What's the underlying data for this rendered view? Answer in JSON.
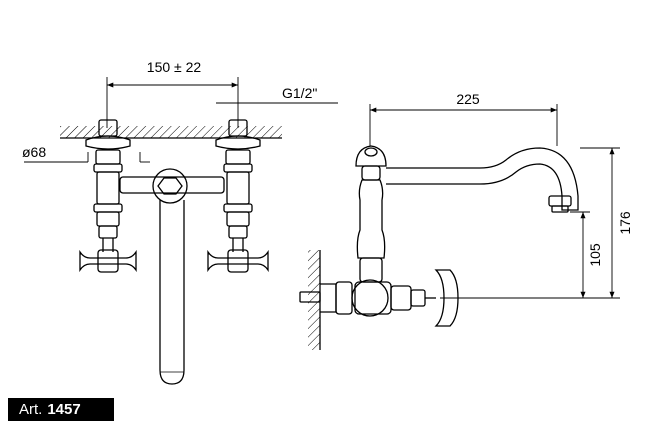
{
  "dimensions": {
    "spacing": "150 ± 22",
    "thread": "G1/2\"",
    "flange_diameter": "ø68",
    "spout_reach": "225",
    "spout_height": "176",
    "outlet_height": "105"
  },
  "article": {
    "prefix": "Art.",
    "number": "1457"
  },
  "colors": {
    "line": "#000000",
    "background": "#ffffff",
    "badge_bg": "#000000",
    "badge_text": "#ffffff"
  }
}
